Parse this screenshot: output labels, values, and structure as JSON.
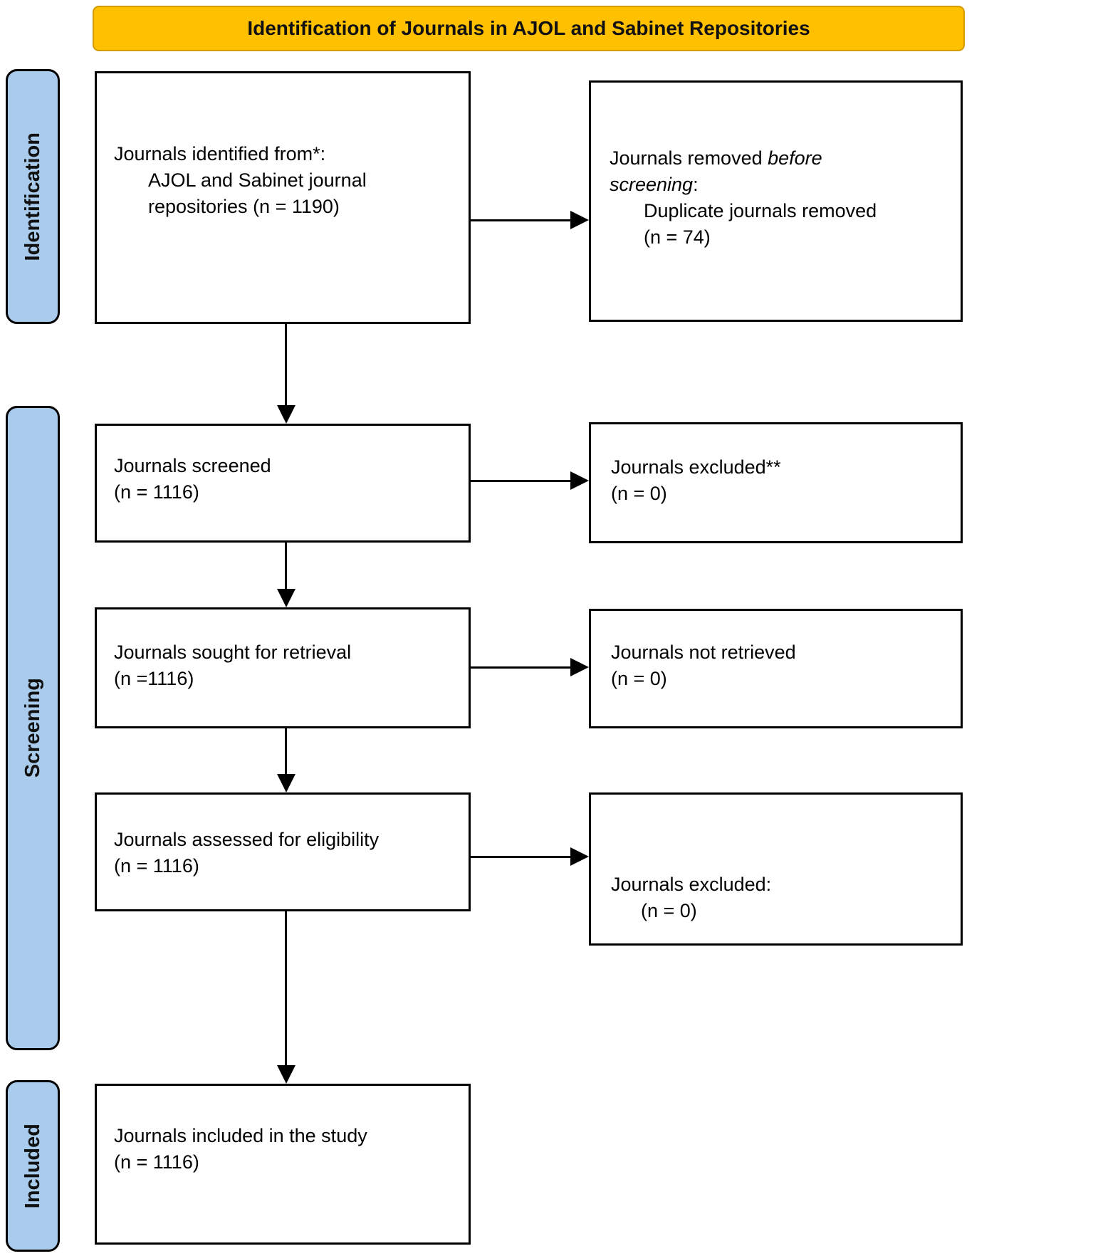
{
  "title": {
    "text": "Identification of Journals in AJOL and Sabinet Repositories"
  },
  "colors": {
    "banner_bg": "#FFC000",
    "sidebar_bg": "#A9CBEC",
    "box_border": "#000000",
    "box_bg": "#FFFFFF",
    "text": "#000000"
  },
  "sidebar": {
    "identification": "Identification",
    "screening": "Screening",
    "included": "Included"
  },
  "boxes": {
    "identified": {
      "l1": "Journals identified from*:",
      "l2": "AJOL and Sabinet journal",
      "l3": "repositories (n = 1190)"
    },
    "removed": {
      "l1_plain": "Journals removed ",
      "l1_italic": "before",
      "l2_italic": "screening",
      "l2_plain": ":",
      "l3": "Duplicate journals removed",
      "l4": "(n = 74)"
    },
    "screened": {
      "l1": "Journals screened",
      "l2": "(n = 1116)"
    },
    "excluded_screening": {
      "l1": "Journals excluded**",
      "l2": "(n = 0)"
    },
    "sought": {
      "l1": "Journals sought for retrieval",
      "l2": "(n =1116)"
    },
    "not_retrieved": {
      "l1": "Journals not retrieved",
      "l2": "(n = 0)"
    },
    "assessed": {
      "l1": "Journals assessed for eligibility",
      "l2": "(n = 1116)"
    },
    "excluded_eligibility": {
      "l1": "Journals excluded:",
      "l2": "(n = 0)"
    },
    "included_study": {
      "l1": "Journals included in the study",
      "l2": "(n = 1116)"
    }
  }
}
